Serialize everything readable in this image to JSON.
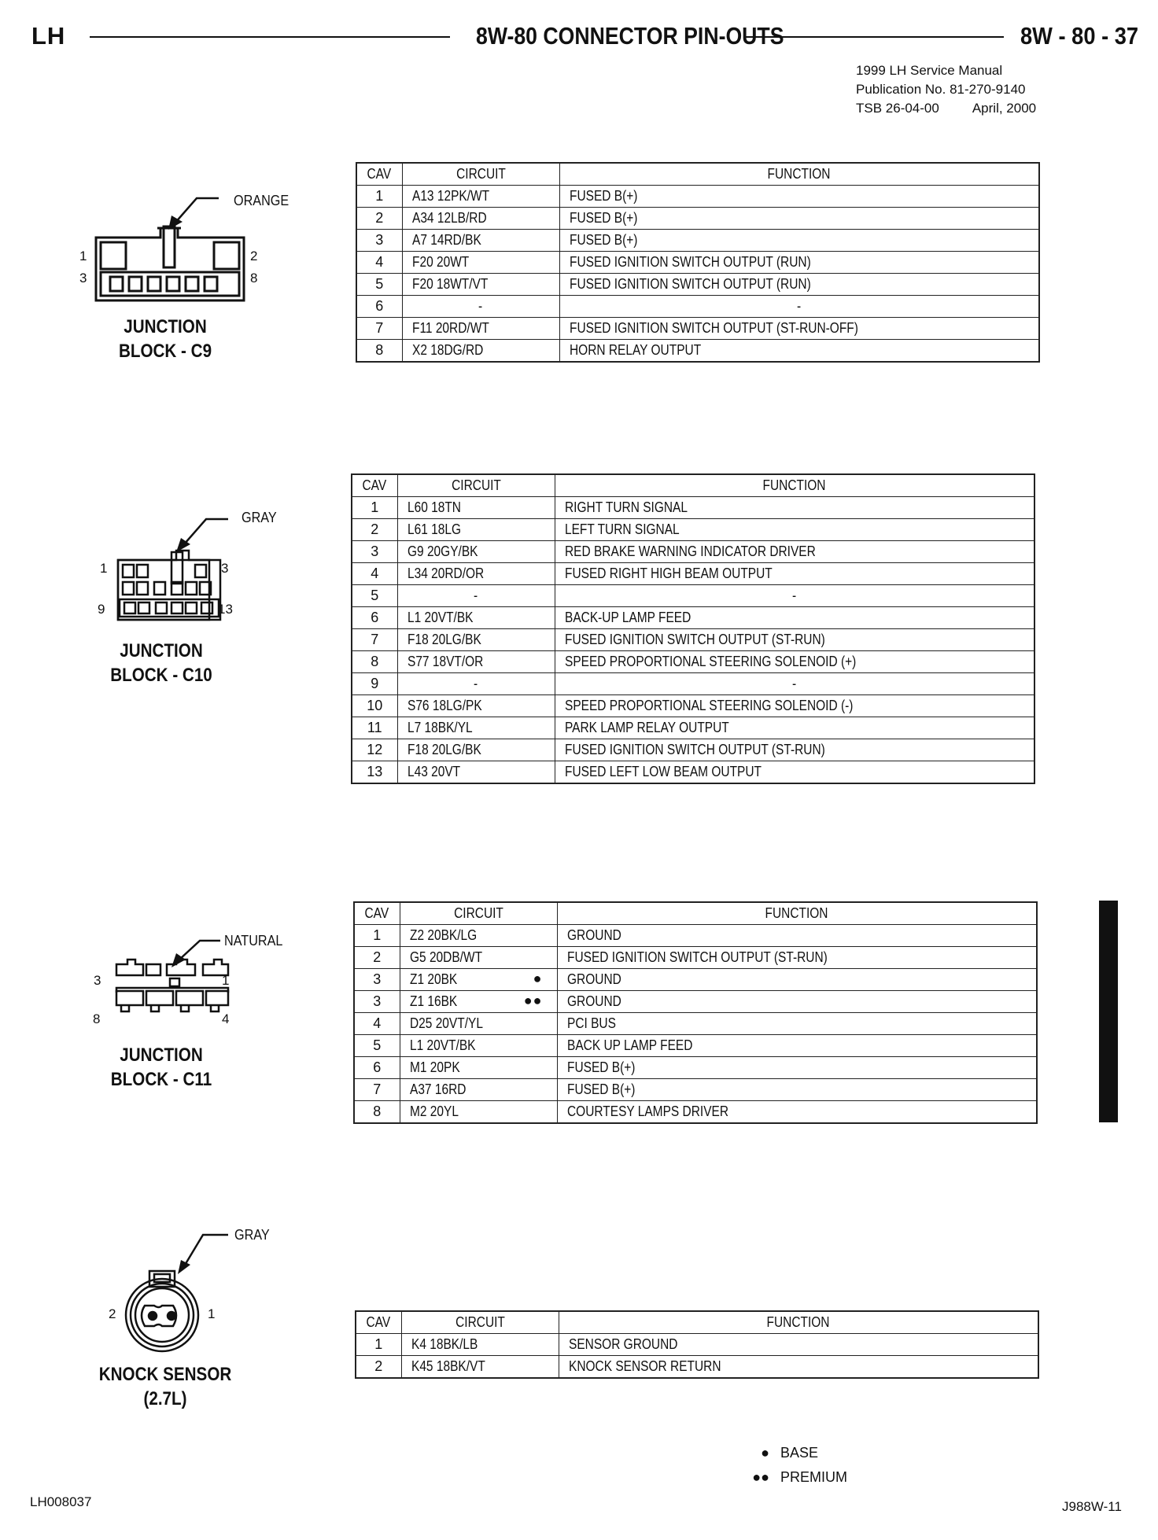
{
  "header": {
    "left": "LH",
    "title": "8W-80 CONNECTOR PIN-OUTS",
    "page": "8W - 80 - 37"
  },
  "publication": {
    "line1": "1999  LH Service Manual",
    "line2": "Publication No. 81-270-9140",
    "tsb": "TSB 26-04-00",
    "date": "April, 2000"
  },
  "table_headers": {
    "cav": "CAV",
    "circuit": "CIRCUIT",
    "function": "FUNCTION"
  },
  "connectors": [
    {
      "name_line1": "JUNCTION",
      "name_line2": "BLOCK - C9",
      "color": "ORANGE",
      "pins": {
        "tl": "1",
        "tr": "2",
        "bl": "3",
        "br": "8"
      },
      "rows": [
        {
          "cav": "1",
          "circuit": "A13 12PK/WT",
          "mark": "",
          "function": "FUSED B(+)"
        },
        {
          "cav": "2",
          "circuit": "A34 12LB/RD",
          "mark": "",
          "function": "FUSED B(+)"
        },
        {
          "cav": "3",
          "circuit": "A7 14RD/BK",
          "mark": "",
          "function": "FUSED B(+)"
        },
        {
          "cav": "4",
          "circuit": "F20 20WT",
          "mark": "",
          "function": "FUSED IGNITION SWITCH OUTPUT (RUN)"
        },
        {
          "cav": "5",
          "circuit": "F20 18WT/VT",
          "mark": "",
          "function": "FUSED IGNITION SWITCH OUTPUT (RUN)"
        },
        {
          "cav": "6",
          "circuit": "-",
          "mark": "",
          "function": "-"
        },
        {
          "cav": "7",
          "circuit": "F11 20RD/WT",
          "mark": "",
          "function": "FUSED IGNITION SWITCH OUTPUT (ST-RUN-OFF)"
        },
        {
          "cav": "8",
          "circuit": "X2 18DG/RD",
          "mark": "",
          "function": "HORN RELAY OUTPUT"
        }
      ]
    },
    {
      "name_line1": "JUNCTION",
      "name_line2": "BLOCK - C10",
      "color": "GRAY",
      "pins": {
        "tl": "1",
        "tr": "3",
        "bl": "9",
        "br": "13"
      },
      "rows": [
        {
          "cav": "1",
          "circuit": "L60 18TN",
          "mark": "",
          "function": "RIGHT TURN SIGNAL"
        },
        {
          "cav": "2",
          "circuit": "L61 18LG",
          "mark": "",
          "function": "LEFT TURN SIGNAL"
        },
        {
          "cav": "3",
          "circuit": "G9 20GY/BK",
          "mark": "",
          "function": "RED BRAKE WARNING INDICATOR DRIVER"
        },
        {
          "cav": "4",
          "circuit": "L34 20RD/OR",
          "mark": "",
          "function": "FUSED RIGHT HIGH BEAM OUTPUT"
        },
        {
          "cav": "5",
          "circuit": "-",
          "mark": "",
          "function": "-"
        },
        {
          "cav": "6",
          "circuit": "L1 20VT/BK",
          "mark": "",
          "function": "BACK-UP LAMP FEED"
        },
        {
          "cav": "7",
          "circuit": "F18 20LG/BK",
          "mark": "",
          "function": "FUSED IGNITION SWITCH OUTPUT (ST-RUN)"
        },
        {
          "cav": "8",
          "circuit": "S77 18VT/OR",
          "mark": "",
          "function": "SPEED PROPORTIONAL STEERING SOLENOID (+)"
        },
        {
          "cav": "9",
          "circuit": "-",
          "mark": "",
          "function": "-"
        },
        {
          "cav": "10",
          "circuit": "S76 18LG/PK",
          "mark": "",
          "function": "SPEED PROPORTIONAL STEERING SOLENOID (-)"
        },
        {
          "cav": "11",
          "circuit": "L7 18BK/YL",
          "mark": "",
          "function": "PARK LAMP RELAY OUTPUT"
        },
        {
          "cav": "12",
          "circuit": "F18 20LG/BK",
          "mark": "",
          "function": "FUSED IGNITION SWITCH OUTPUT (ST-RUN)"
        },
        {
          "cav": "13",
          "circuit": "L43 20VT",
          "mark": "",
          "function": "FUSED LEFT LOW BEAM OUTPUT"
        }
      ]
    },
    {
      "name_line1": "JUNCTION",
      "name_line2": "BLOCK - C11",
      "color": "NATURAL",
      "pins": {
        "tl": "3",
        "tr": "1",
        "bl": "8",
        "br": "4"
      },
      "rows": [
        {
          "cav": "1",
          "circuit": "Z2 20BK/LG",
          "mark": "",
          "function": "GROUND"
        },
        {
          "cav": "2",
          "circuit": "G5 20DB/WT",
          "mark": "",
          "function": "FUSED IGNITION SWITCH OUTPUT (ST-RUN)"
        },
        {
          "cav": "3",
          "circuit": "Z1 20BK",
          "mark": "●",
          "function": "GROUND"
        },
        {
          "cav": "3",
          "circuit": "Z1 16BK",
          "mark": "●●",
          "function": "GROUND"
        },
        {
          "cav": "4",
          "circuit": "D25 20VT/YL",
          "mark": "",
          "function": "PCI BUS"
        },
        {
          "cav": "5",
          "circuit": "L1 20VT/BK",
          "mark": "",
          "function": "BACK UP LAMP FEED"
        },
        {
          "cav": "6",
          "circuit": "M1 20PK",
          "mark": "",
          "function": "FUSED B(+)"
        },
        {
          "cav": "7",
          "circuit": "A37 16RD",
          "mark": "",
          "function": "FUSED B(+)"
        },
        {
          "cav": "8",
          "circuit": "M2 20YL",
          "mark": "",
          "function": "COURTESY LAMPS DRIVER"
        }
      ]
    },
    {
      "name_line1": "KNOCK SENSOR",
      "name_line2": "(2.7L)",
      "color": "GRAY",
      "pins": {
        "left": "2",
        "right": "1"
      },
      "rows": [
        {
          "cav": "1",
          "circuit": "K4 18BK/LB",
          "mark": "",
          "function": "SENSOR GROUND"
        },
        {
          "cav": "2",
          "circuit": "K45 18BK/VT",
          "mark": "",
          "function": "KNOCK SENSOR RETURN"
        }
      ]
    }
  ],
  "legend": [
    {
      "symbol": "●",
      "label": "BASE"
    },
    {
      "symbol": "●●",
      "label": "PREMIUM"
    }
  ],
  "footer": {
    "left": "LH008037",
    "right": "J988W-11"
  },
  "colors": {
    "ink": "#111111",
    "paper": "#ffffff"
  },
  "icons": [
    "junction-block-connector-icon",
    "knock-sensor-connector-icon",
    "leader-arrow-icon"
  ]
}
